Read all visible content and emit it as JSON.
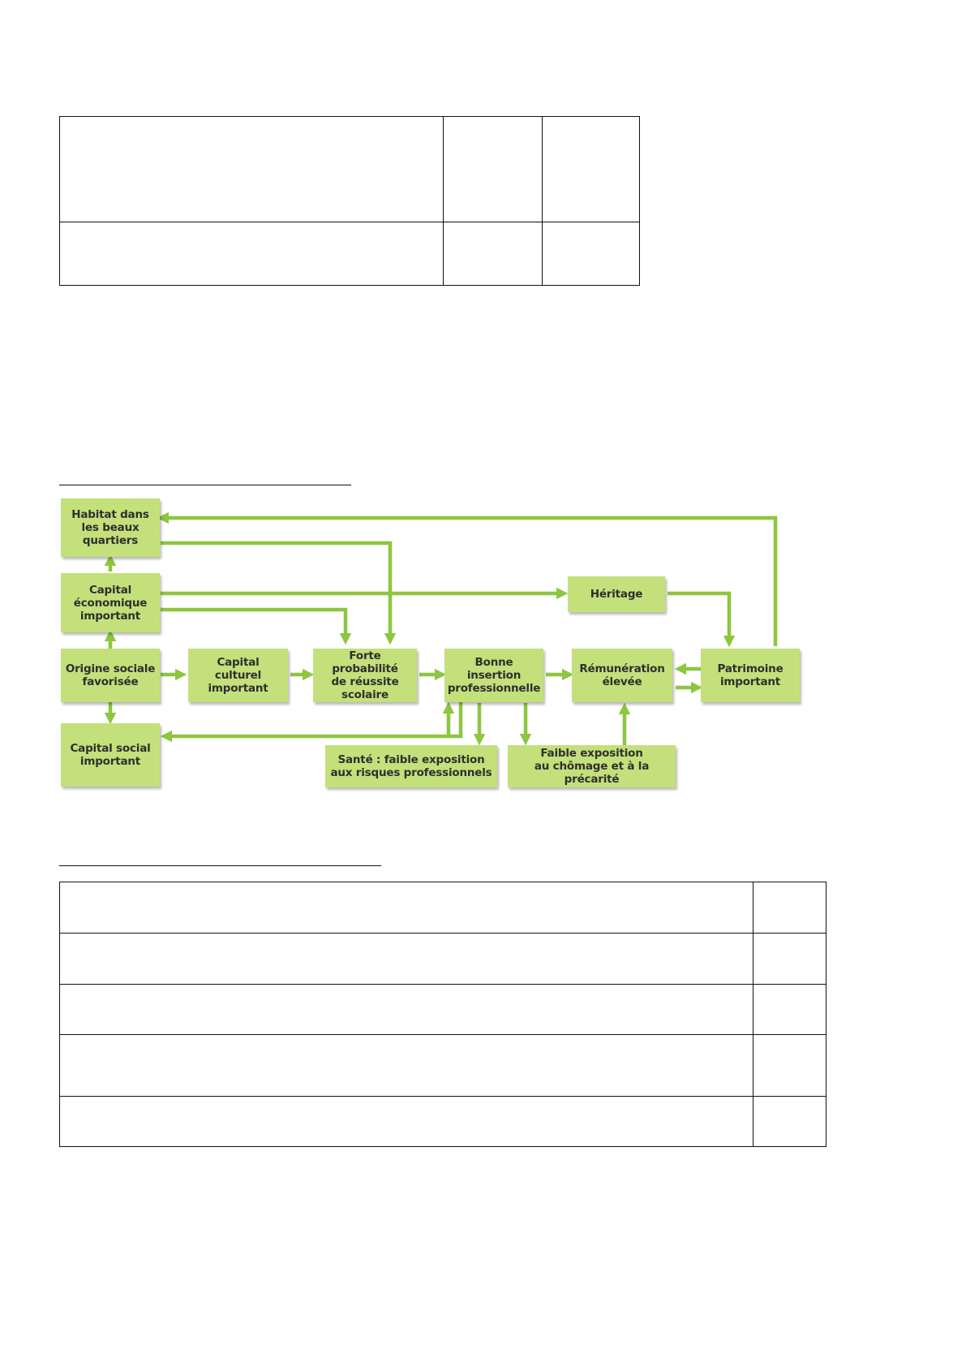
{
  "diagram": {
    "colors": {
      "box": "#c3e07a",
      "arrow": "#8dc63f",
      "text": "#2f2f2f"
    },
    "nodes": {
      "habitat": "Habitat dans\nles beaux\nquartiers",
      "capital_economique": "Capital\néconomique\nimportant",
      "origine": "Origine sociale\nfavorisée",
      "capital_social": "Capital social\nimportant",
      "capital_culturel": "Capital\nculturel\nimportant",
      "reussite": "Forte probabilité\nde réussite\nscolaire",
      "insertion": "Bonne\ninsertion\nprofessionnelle",
      "sante": "Santé : faible exposition\naux risques professionnels",
      "chomage": "Faible exposition\nau chômage et à la précarité",
      "heritage": "Héritage",
      "remuneration": "Rémunération\nélevée",
      "patrimoine": "Patrimoine\nimportant"
    }
  }
}
